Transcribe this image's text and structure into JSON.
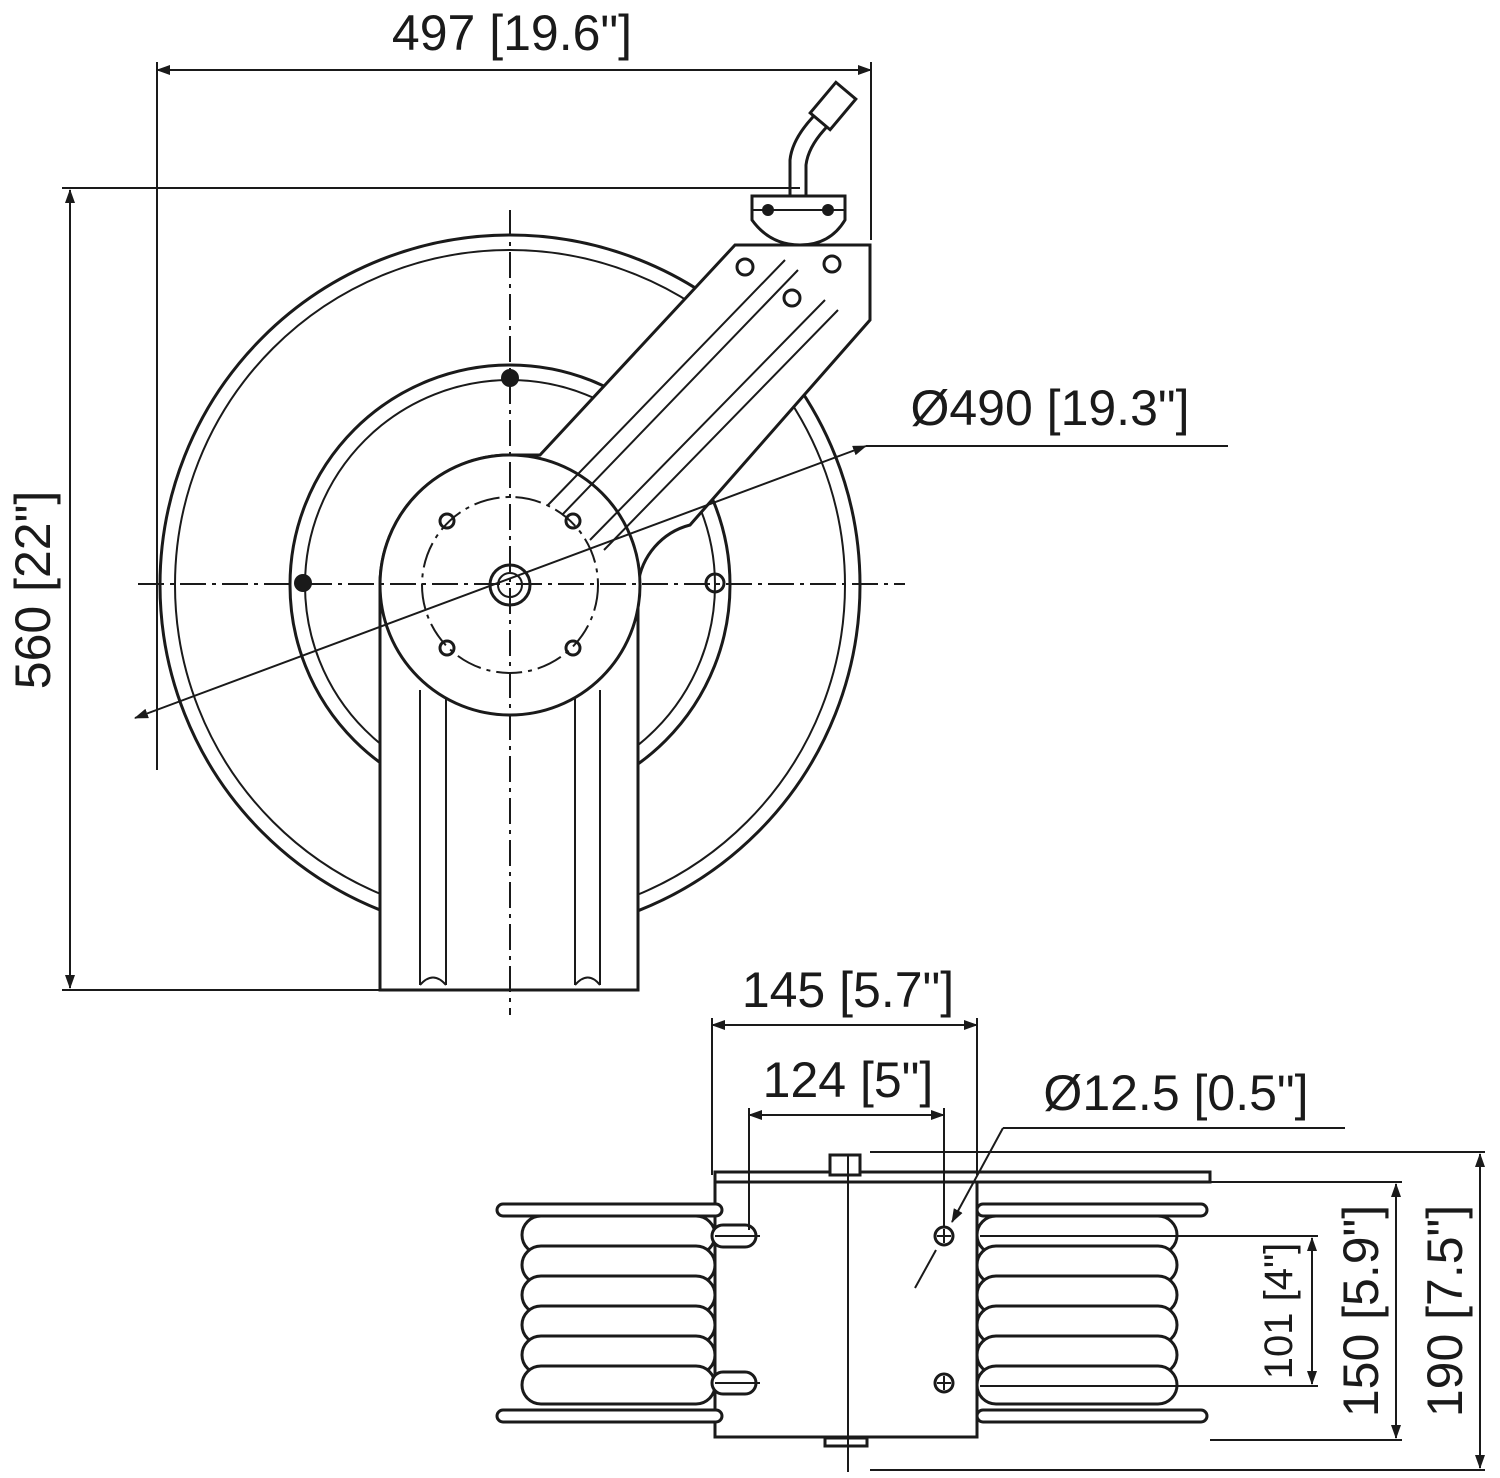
{
  "dimensions": {
    "overall_width": "497 [19.6\"]",
    "overall_height": "560 [22\"]",
    "reel_diameter": "Ø490 [19.3\"]",
    "depth": "145 [5.7\"]",
    "mount_spacing": "124 [5\"]",
    "hole_diameter": "Ø12.5 [0.5\"]",
    "hole_spacing": "101 [4\"]",
    "mount_height": "150 [5.9\"]",
    "side_height": "190 [7.5\"]"
  }
}
